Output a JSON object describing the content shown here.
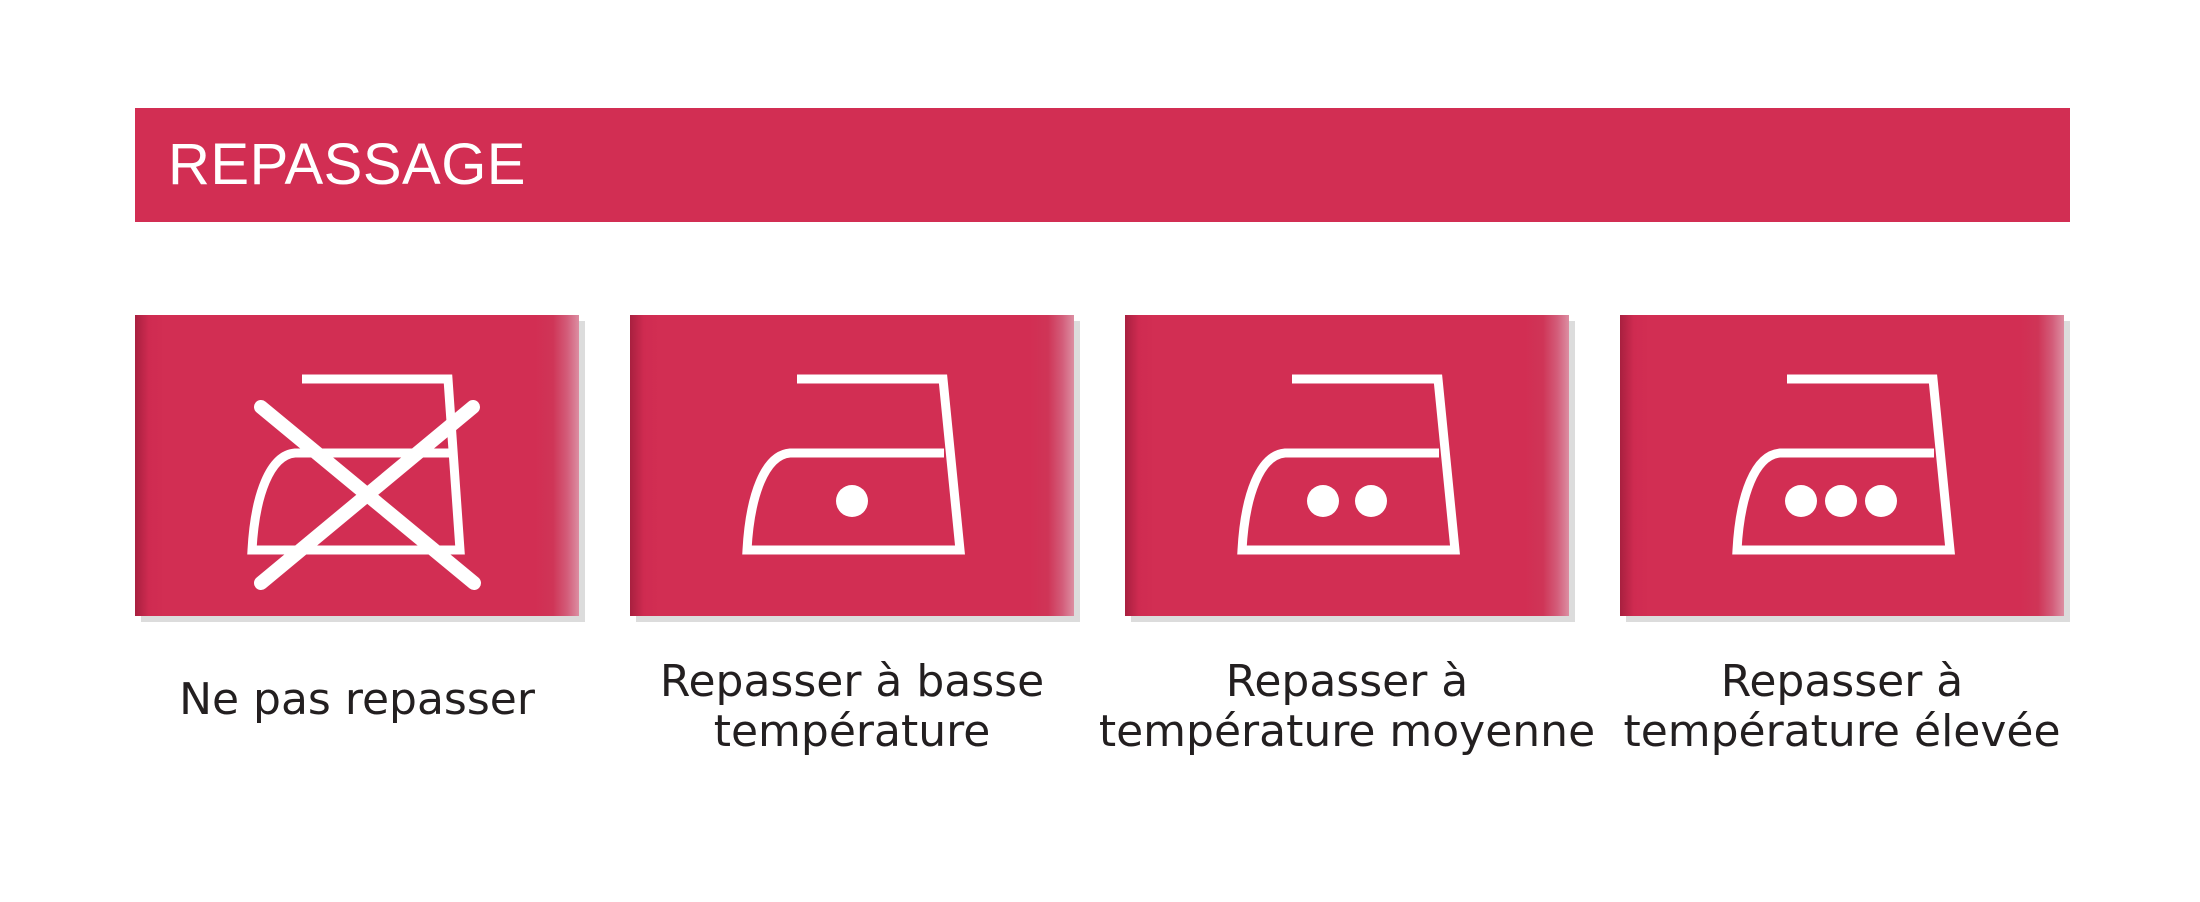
{
  "banner": {
    "title": "REPASSAGE",
    "color": "#d22e53"
  },
  "cards": [
    {
      "icon": "no-ironing-icon",
      "lines": [
        "Ne pas repasser"
      ]
    },
    {
      "icon": "iron-low-temperature-icon",
      "dots": 1,
      "lines": [
        "Repasser à basse",
        "température"
      ]
    },
    {
      "icon": "iron-medium-temperature-icon",
      "dots": 2,
      "lines": [
        "Repasser à",
        "température moyenne"
      ]
    },
    {
      "icon": "iron-high-temperature-icon",
      "dots": 3,
      "lines": [
        "Repasser à",
        "température élevée"
      ]
    }
  ]
}
